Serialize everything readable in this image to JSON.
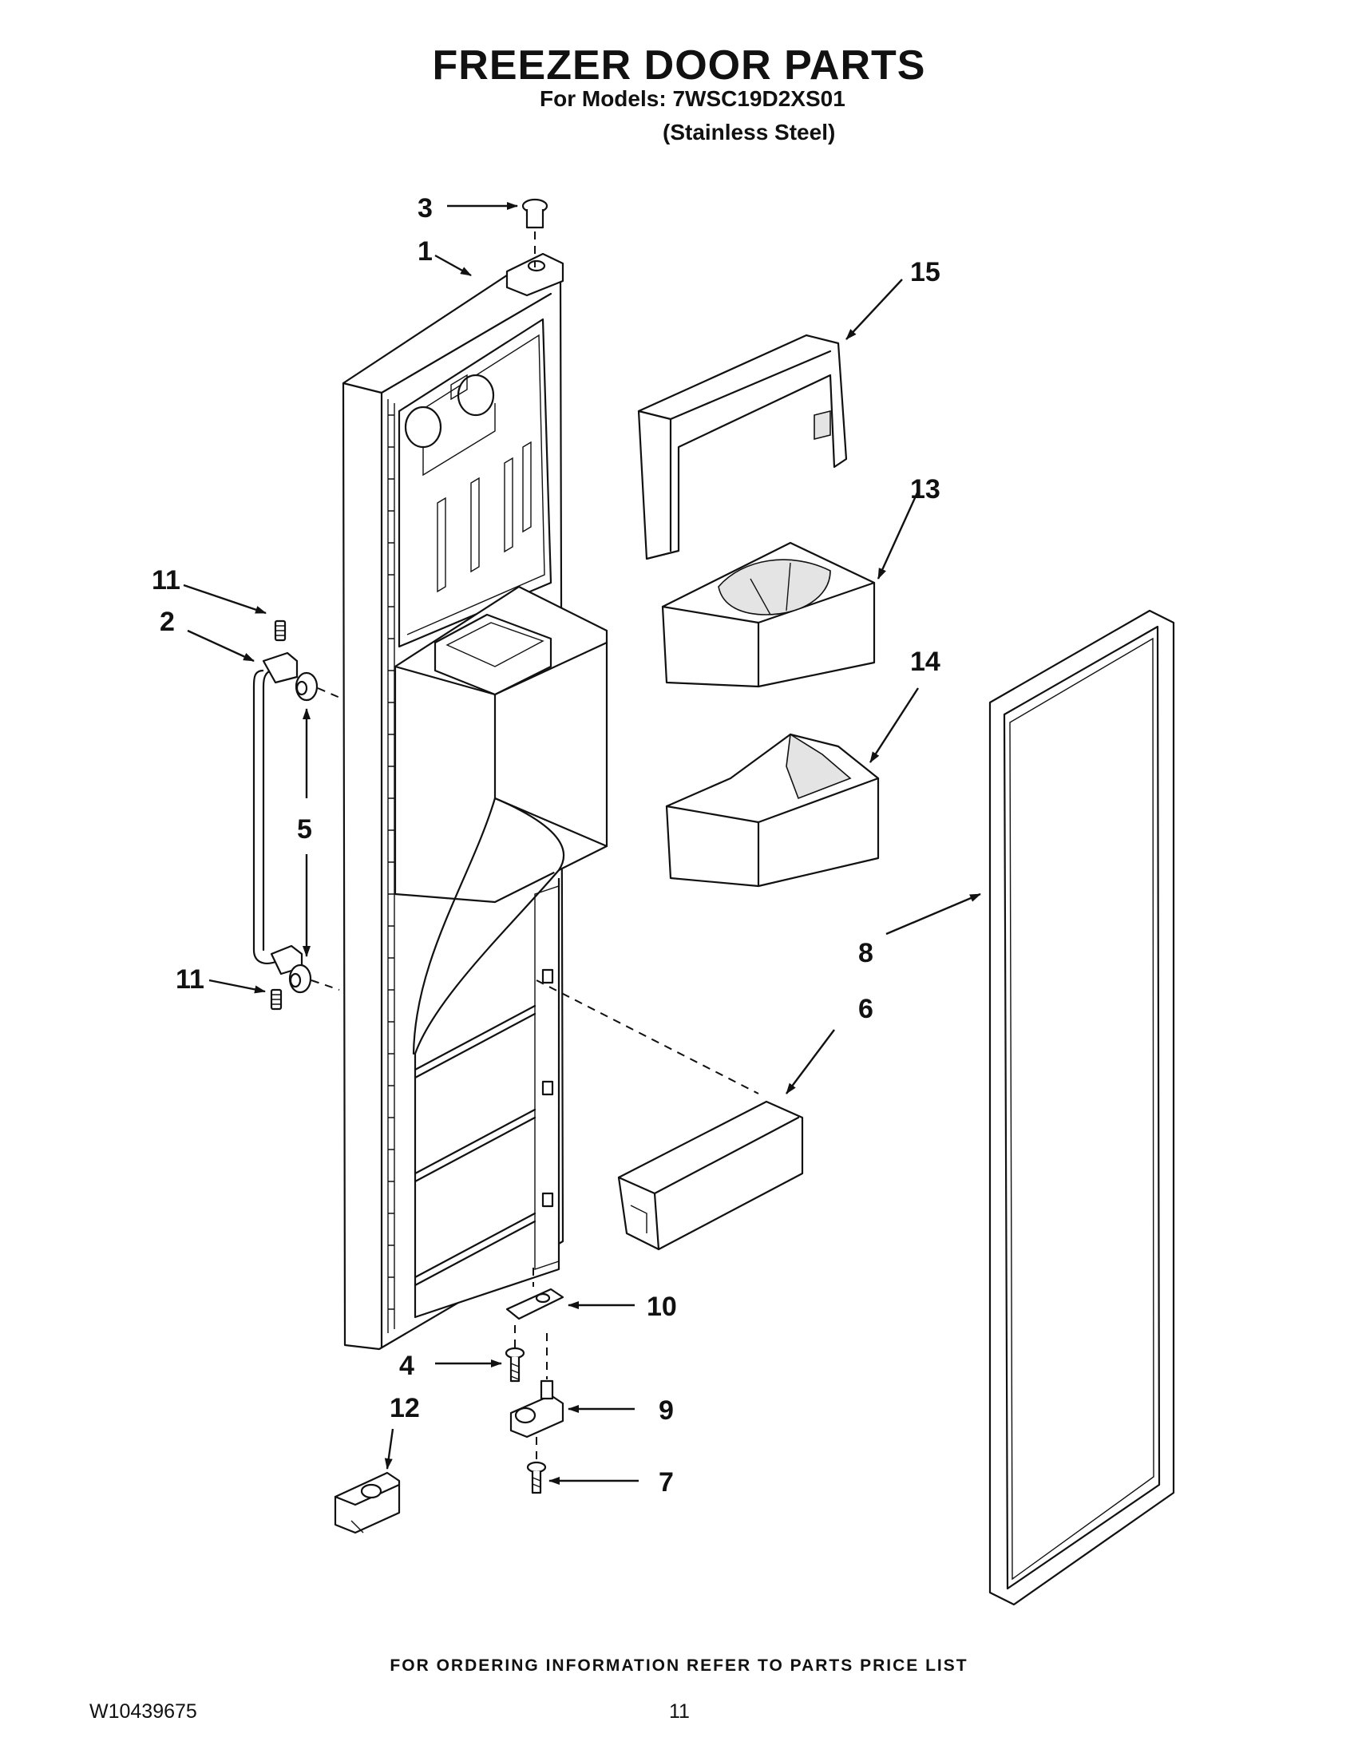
{
  "header": {
    "title": "FREEZER DOOR PARTS",
    "models_line": "For Models: 7WSC19D2XS01",
    "variant": "(Stainless Steel)"
  },
  "callouts": {
    "c1": "1",
    "c2": "2",
    "c3": "3",
    "c4": "4",
    "c5": "5",
    "c6": "6",
    "c7": "7",
    "c8": "8",
    "c9": "9",
    "c10": "10",
    "c11a": "11",
    "c11b": "11",
    "c12": "12",
    "c13": "13",
    "c14": "14",
    "c15": "15"
  },
  "footer": {
    "ordering_note": "FOR ORDERING INFORMATION REFER TO PARTS PRICE LIST",
    "document_number": "W10439675",
    "page_number": "11"
  }
}
